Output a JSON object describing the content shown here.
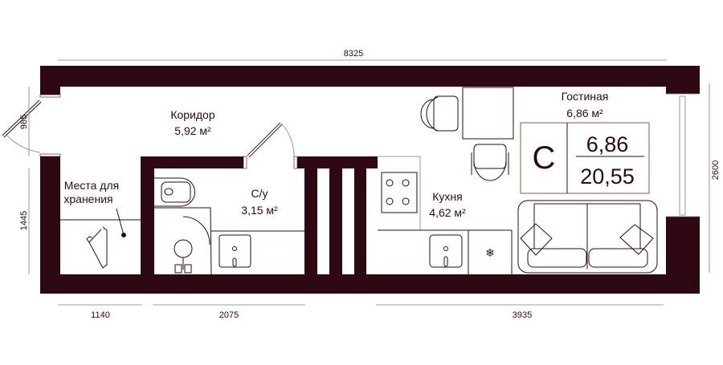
{
  "rooms": {
    "corridor": {
      "name": "Коридор",
      "area": "5,92 м²"
    },
    "bathroom": {
      "name": "С/у",
      "area": "3,15  м²"
    },
    "kitchen": {
      "name": "Кухня",
      "area": "4,62 м²"
    },
    "living": {
      "name": "Гостиная",
      "area": "6,86 м²"
    },
    "storage": {
      "line1": "Места для",
      "line2": "хранения"
    }
  },
  "info_box": {
    "type": "С",
    "living_area": "6,86",
    "total_area": "20,55"
  },
  "dimensions": {
    "top": "8325",
    "right": "2600",
    "left_door": "985",
    "left_lower": "1445",
    "bottom_1": "1140",
    "bottom_2": "2075",
    "bottom_3": "3935"
  },
  "colors": {
    "wall": "#2e0912",
    "accent": "#8a5a3a"
  }
}
